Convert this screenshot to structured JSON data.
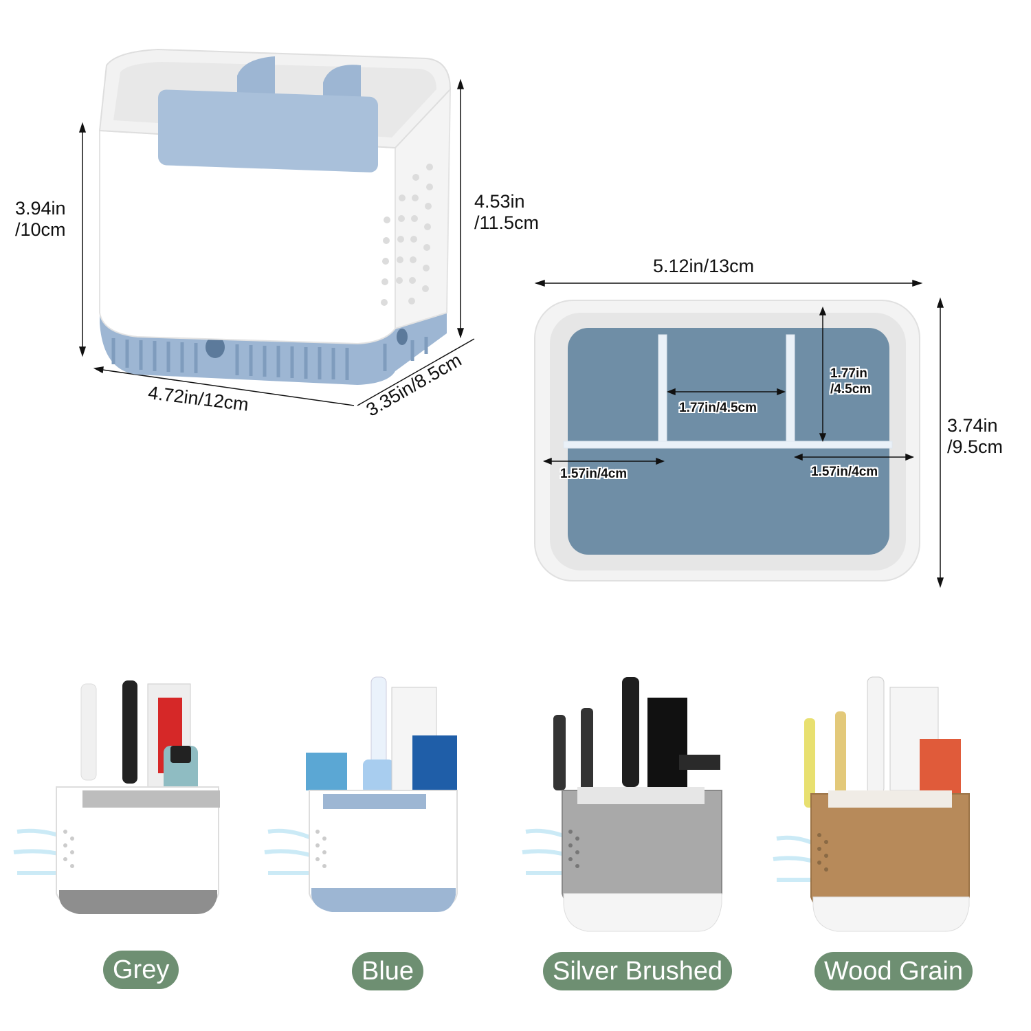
{
  "dimensions": {
    "height_outer": "3.94in\n/10cm",
    "height_total": "4.53in\n/11.5cm",
    "width_front": "4.72in/12cm",
    "depth_side": "3.35in/8.5cm",
    "top_width": "5.12in/13cm",
    "top_depth": "3.74in\n/9.5cm",
    "inner_compartment_width": "1.77in/4.5cm",
    "inner_compartment_depth": "1.77in\n/4.5cm",
    "inner_left_width": "1.57in/4cm",
    "inner_right_width": "1.57in/4cm"
  },
  "variants": [
    {
      "label": "Grey",
      "accent": "#8e8e8e"
    },
    {
      "label": "Blue",
      "accent": "#9db6d3"
    },
    {
      "label": "Silver Brushed",
      "accent": "#a9a9a9"
    },
    {
      "label": "Wood Grain",
      "accent": "#b78a5a"
    }
  ],
  "colors": {
    "label_bg": "#6e8f72",
    "main_blue": "#9db6d3",
    "tray_blue": "#6f8ea6"
  }
}
